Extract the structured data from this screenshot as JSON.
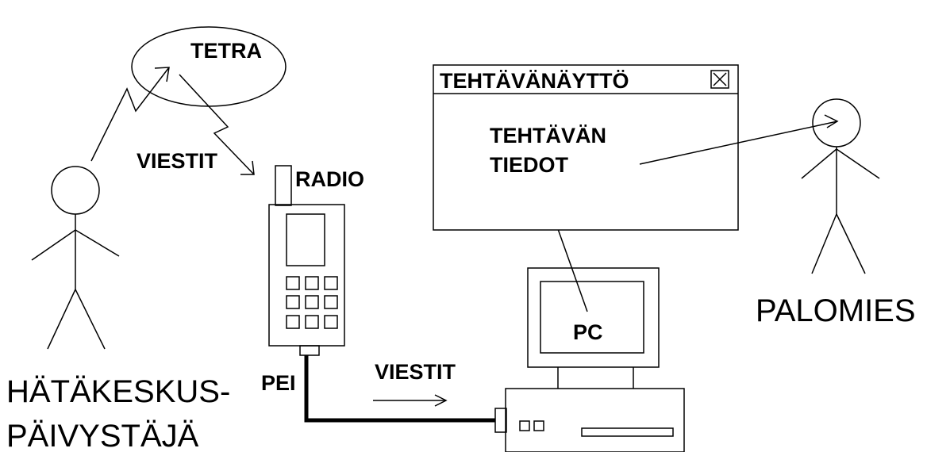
{
  "labels": {
    "tetra": "TETRA",
    "messages_top": "VIESTIT",
    "radio": "RADIO",
    "pei": "PEI",
    "messages_bottom": "VIESTIT",
    "pc": "PC",
    "window_title": "TEHTÄVÄNÄYTTÖ",
    "task_line1": "TEHTÄVÄN",
    "task_line2": "TIEDOT",
    "firefighter": "PALOMIES",
    "dispatcher_line1": "HÄTÄKESKUS-",
    "dispatcher_line2": "PÄIVYSTÄJÄ"
  }
}
